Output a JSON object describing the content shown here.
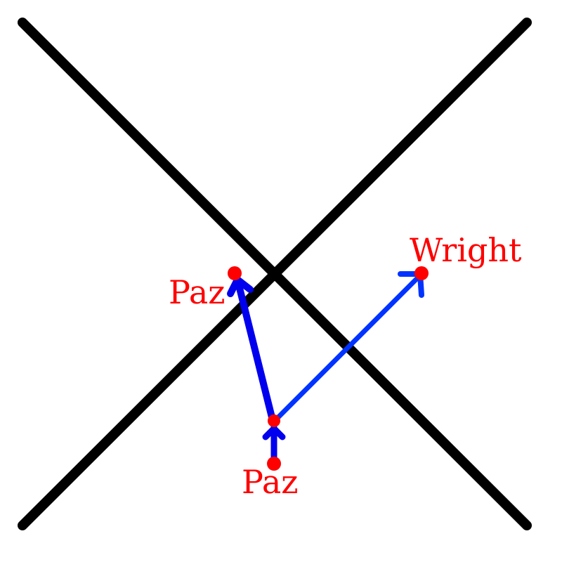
{
  "colors": {
    "background": "#ffffff",
    "axis": "#000000",
    "point": "#ff0000",
    "label": "#ff0000",
    "arrow_primary": "#0000ee",
    "arrow_secondary": "#0033ff"
  },
  "labels": {
    "left_point": "Paz",
    "right_point": "Wright",
    "bottom_point": "Paz"
  }
}
